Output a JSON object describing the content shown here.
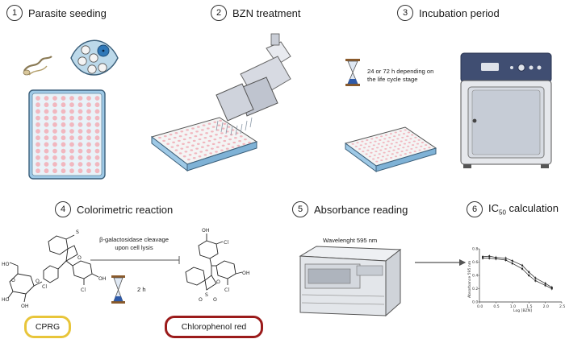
{
  "steps": [
    {
      "num": "1",
      "label": "Parasite seeding"
    },
    {
      "num": "2",
      "label": "BZN treatment"
    },
    {
      "num": "3",
      "label": "Incubation period"
    },
    {
      "num": "4",
      "label": "Colorimetric reaction"
    },
    {
      "num": "5",
      "label": "Absorbance reading"
    },
    {
      "num": "6",
      "label_main": "IC",
      "label_sub": "50",
      "label_rest": " calculation"
    }
  ],
  "incubation_note_line1": "24 or 72 h depending on",
  "incubation_note_line2": "the life cycle stage",
  "reaction_line1": "β-galactosidase cleavage",
  "reaction_line2": "upon cell lysis",
  "reaction_time": "2 h",
  "substrate_label": "CPRG",
  "product_label": "Chlorophenol red",
  "wavelength_label": "Wavelenght 595 nm",
  "chem_labels": {
    "ho": "HO",
    "oh": "OH",
    "o": "O",
    "s": "S",
    "cl": "Cl"
  },
  "colors": {
    "cprg_border": "#e8c53a",
    "product_border": "#9b1b1b",
    "plate_blue": "#9ec9e6",
    "well_pink": "#f1b7bf"
  },
  "chart_data": {
    "type": "line",
    "xlabel": "Log [BZN]",
    "ylabel": "Absorbance 595 nm",
    "xlim": [
      0.0,
      2.5
    ],
    "ylim": [
      0.0,
      0.8
    ],
    "xticks": [
      "0.0",
      "0.5",
      "1.0",
      "1.5",
      "2.0",
      "2.5"
    ],
    "yticks": [
      "0.0",
      "0.2",
      "0.4",
      "0.6",
      "0.8"
    ],
    "series": [
      {
        "x": [
          0.1,
          0.3,
          0.5,
          0.8,
          1.0,
          1.3,
          1.5,
          1.7,
          2.0,
          2.2
        ],
        "y": [
          0.68,
          0.69,
          0.67,
          0.66,
          0.62,
          0.55,
          0.45,
          0.36,
          0.28,
          0.22
        ]
      },
      {
        "x": [
          0.1,
          0.3,
          0.5,
          0.8,
          1.0,
          1.3,
          1.5,
          1.7,
          2.0,
          2.2
        ],
        "y": [
          0.66,
          0.66,
          0.65,
          0.63,
          0.58,
          0.5,
          0.4,
          0.32,
          0.25,
          0.2
        ]
      }
    ]
  }
}
